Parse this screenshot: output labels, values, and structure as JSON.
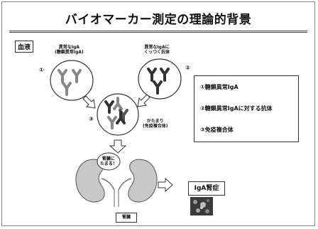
{
  "title": "バイオマーカー測定の理論的背景",
  "blood_label": "血液",
  "left_group": {
    "number": "①",
    "note_line1": "異常なIgA",
    "note_line2": "(糖鎖異常IgA)"
  },
  "right_group": {
    "number": "②",
    "note_line1": "異常なIgAに",
    "note_line2": "くっつく抗体"
  },
  "complex_group": {
    "number": "③",
    "note_line1": "かたまり",
    "note_line2": "(免疫複合体)"
  },
  "kidney_note": {
    "line1": "腎臓に",
    "line2": "たまる！"
  },
  "kidney_label": "腎臓",
  "result_label": "IgA腎症",
  "legend": [
    "①糖鎖異常IgA",
    "②糖鎖異常IgAに対する抗体",
    "③免疫複合体"
  ]
}
